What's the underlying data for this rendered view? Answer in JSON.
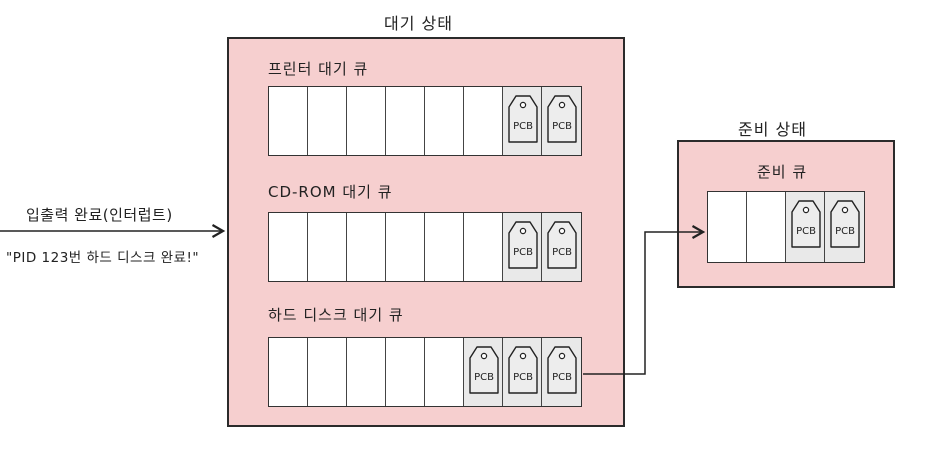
{
  "wait_state": {
    "title": "대기 상태",
    "queues": [
      {
        "label": "프린터 대기 큐",
        "cells": 8,
        "pcb_count": 2
      },
      {
        "label": "CD-ROM 대기 큐",
        "cells": 8,
        "pcb_count": 2
      },
      {
        "label": "하드 디스크 대기 큐",
        "cells": 8,
        "pcb_count": 3
      }
    ]
  },
  "ready_state": {
    "title": "준비 상태",
    "queue": {
      "label": "준비 큐",
      "cells": 4,
      "pcb_count": 2
    }
  },
  "io_event": {
    "label": "입출력 완료(인터럽트)",
    "message": "\"PID 123번 하드 디스크 완료!\""
  },
  "pcb_label": "PCB",
  "colors": {
    "box_fill": "#f6cfcf",
    "outline": "#2b2b2b",
    "pcb_fill": "#e9e9e9"
  }
}
